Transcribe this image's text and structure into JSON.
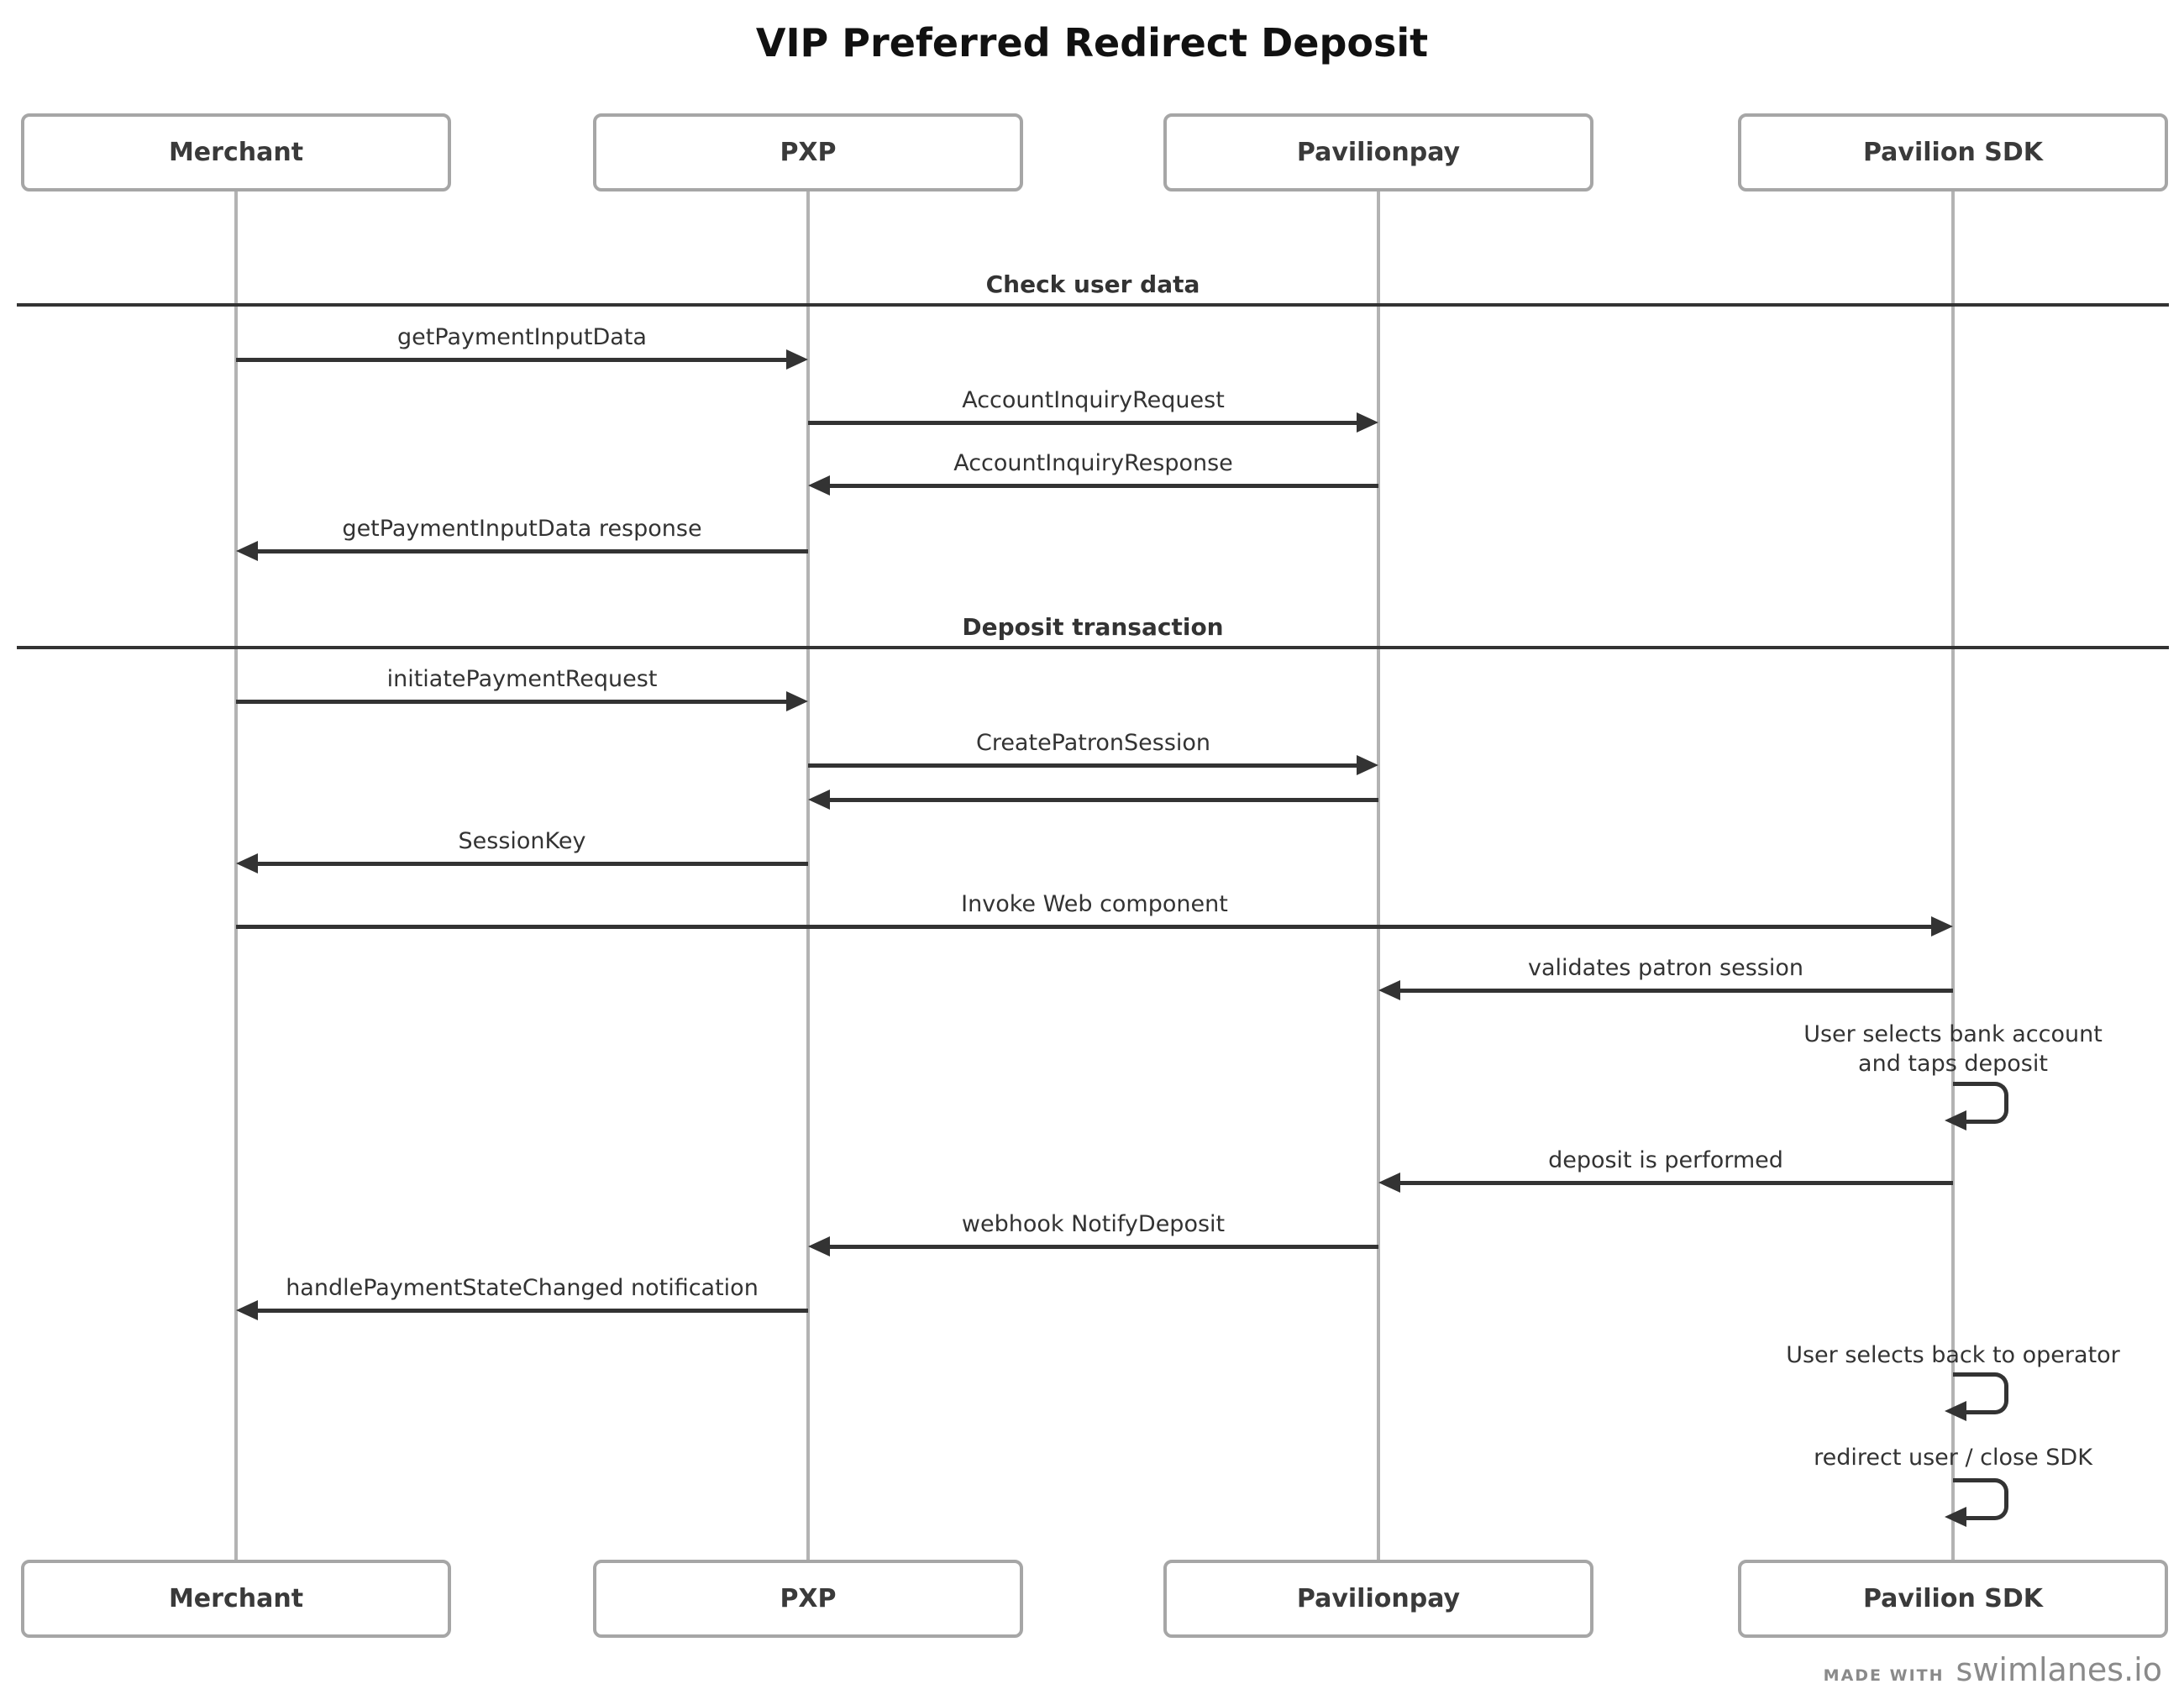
{
  "title": "VIP Preferred Redirect Deposit",
  "diagram": {
    "actors": [
      "Merchant",
      "PXP",
      "Pavilionpay",
      "Pavilion SDK"
    ],
    "flow": [
      {
        "type": "section",
        "label": "Check user data"
      },
      {
        "type": "message",
        "label": "getPaymentInputData",
        "from": "Merchant",
        "to": "PXP"
      },
      {
        "type": "message",
        "label": "AccountInquiryRequest",
        "from": "PXP",
        "to": "Pavilionpay"
      },
      {
        "type": "message",
        "label": "AccountInquiryResponse",
        "from": "Pavilionpay",
        "to": "PXP"
      },
      {
        "type": "message",
        "label": "getPaymentInputData response",
        "from": "PXP",
        "to": "Merchant"
      },
      {
        "type": "section",
        "label": "Deposit transaction"
      },
      {
        "type": "message",
        "label": "initiatePaymentRequest",
        "from": "Merchant",
        "to": "PXP"
      },
      {
        "type": "message",
        "label": "CreatePatronSession",
        "from": "PXP",
        "to": "Pavilionpay"
      },
      {
        "type": "message",
        "label": "",
        "from": "Pavilionpay",
        "to": "PXP"
      },
      {
        "type": "message",
        "label": "SessionKey",
        "from": "PXP",
        "to": "Merchant"
      },
      {
        "type": "message",
        "label": "Invoke Web component",
        "from": "Merchant",
        "to": "Pavilion SDK"
      },
      {
        "type": "message",
        "label": "validates patron session",
        "from": "Pavilion SDK",
        "to": "Pavilionpay"
      },
      {
        "type": "self",
        "label_lines": [
          "User selects bank account",
          "and taps deposit"
        ],
        "actor": "Pavilion SDK"
      },
      {
        "type": "message",
        "label": "deposit is performed",
        "from": "Pavilion SDK",
        "to": "Pavilionpay"
      },
      {
        "type": "message",
        "label": "webhook NotifyDeposit",
        "from": "Pavilionpay",
        "to": "PXP"
      },
      {
        "type": "message",
        "label": "handlePaymentStateChanged notification",
        "from": "PXP",
        "to": "Merchant"
      },
      {
        "type": "self",
        "label_lines": [
          "User selects back to operator"
        ],
        "actor": "Pavilion SDK"
      },
      {
        "type": "self",
        "label_lines": [
          "redirect user / close SDK"
        ],
        "actor": "Pavilion SDK"
      }
    ]
  },
  "footer": {
    "made_with": "MADE WITH",
    "brand": "swimlanes.io"
  },
  "colors": {
    "arrow": "#333333",
    "text": "#333333",
    "lifeline": "#b3b3b3",
    "actor_border": "#a6a6a6",
    "title": "#111111",
    "footer": "#8a8a8a",
    "background": "#ffffff"
  }
}
